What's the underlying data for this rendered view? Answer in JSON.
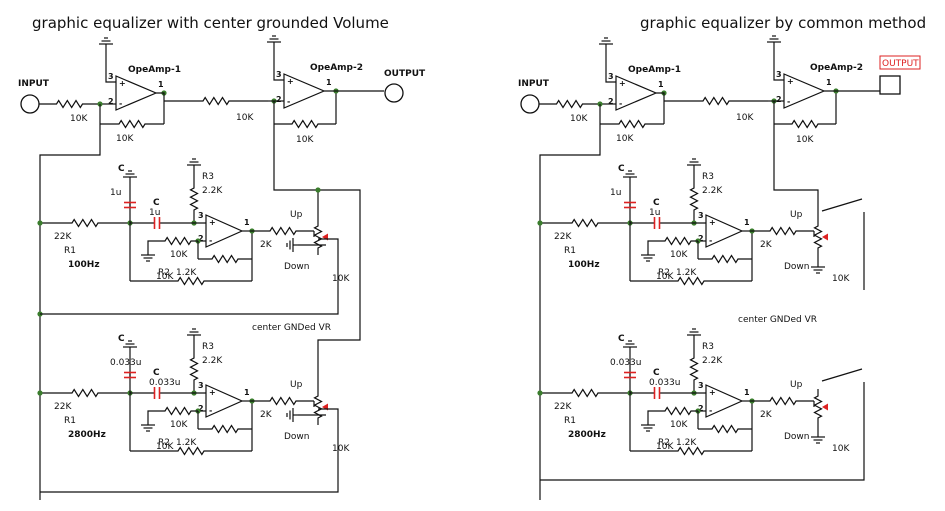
{
  "left": {
    "title": "graphic equalizer with center grounded Volume",
    "input_label": "INPUT",
    "output_label": "OUTPUT",
    "opamp1_label": "OpeAmp-1",
    "opamp2_label": "OpeAmp-2",
    "r_in": "10K",
    "r_fb1": "10K",
    "r_mid": "10K",
    "r_fb2": "10K",
    "center_note": "center GNDed VR",
    "bands": [
      {
        "c_label": "C",
        "c1_value": "1u",
        "c2_label": "C",
        "c2_value": "1u",
        "r3_label": "R3",
        "r3_value": "2.2K",
        "r22_value": "22K",
        "r1_label": "R1",
        "freq": "100Hz",
        "r_out": "2K",
        "r_fb": "10K",
        "r2_label": "R2",
        "r2_value": "1.2K",
        "up": "Up",
        "down": "Down",
        "vr": "10K"
      },
      {
        "c_label": "C",
        "c1_value": "0.033u",
        "c2_label": "C",
        "c2_value": "0.033u",
        "r3_label": "R3",
        "r3_value": "2.2K",
        "r22_value": "22K",
        "r1_label": "R1",
        "freq": "2800Hz",
        "r_out": "2K",
        "r_fb": "10K",
        "r2_label": "R2",
        "r2_value": "1.2K",
        "up": "Up",
        "down": "Down",
        "vr": "10K"
      }
    ]
  },
  "right": {
    "title": "graphic equalizer by common method",
    "input_label": "INPUT",
    "output_label": "OUTPUT",
    "opamp1_label": "OpeAmp-1",
    "opamp2_label": "OpeAmp-2",
    "r_in": "10K",
    "r_fb1": "10K",
    "r_mid": "10K",
    "r_fb2": "10K",
    "center_note": "center GNDed VR",
    "bands": [
      {
        "c_label": "C",
        "c1_value": "1u",
        "c2_label": "C",
        "c2_value": "1u",
        "r3_label": "R3",
        "r3_value": "2.2K",
        "r22_value": "22K",
        "r1_label": "R1",
        "freq": "100Hz",
        "r_out": "2K",
        "r_fb": "10K",
        "r2_label": "R2",
        "r2_value": "1.2K",
        "up": "Up",
        "down": "Down",
        "vr": "10K"
      },
      {
        "c_label": "C",
        "c1_value": "0.033u",
        "c2_label": "C",
        "c2_value": "0.033u",
        "r3_label": "R3",
        "r3_value": "2.2K",
        "r22_value": "22K",
        "r1_label": "R1",
        "freq": "2800Hz",
        "r_out": "2K",
        "r_fb": "10K",
        "r2_label": "R2",
        "r2_value": "1.2K",
        "up": "Up",
        "down": "Down",
        "vr": "10K"
      }
    ]
  },
  "pins": {
    "plus": "+",
    "minus": "-",
    "p1": "1",
    "p2": "2",
    "p3": "3"
  },
  "colors": {
    "wire": "#111111",
    "capacitor": "#dd2222",
    "junction": "#3a7d2c",
    "output_box": "#dd2222"
  }
}
